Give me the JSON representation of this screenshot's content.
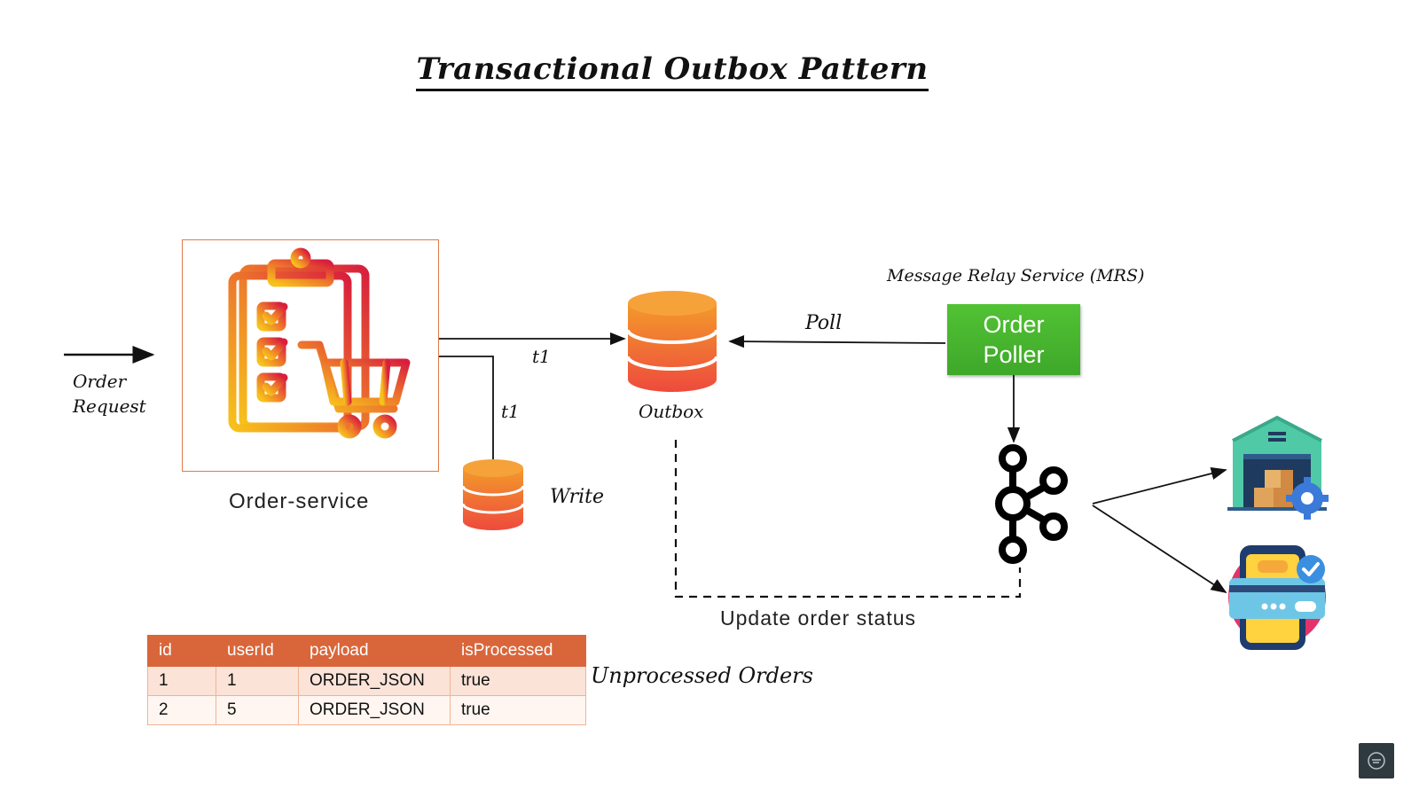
{
  "title": "Transactional Outbox Pattern",
  "labels": {
    "order_request": "Order\nRequest",
    "order_service": "Order-service",
    "t1_top": "t1",
    "t1_side": "t1",
    "write": "Write",
    "outbox": "Outbox",
    "poll": "Poll",
    "mrs": "Message Relay Service (MRS)",
    "order_poller": "Order\nPoller",
    "update_status": "Update order status",
    "unprocessed": "Unprocessed Orders"
  },
  "table": {
    "headers": [
      "id",
      "userId",
      "payload",
      "isProcessed"
    ],
    "rows": [
      [
        "1",
        "1",
        "ORDER_JSON",
        "true"
      ],
      [
        "2",
        "5",
        "ORDER_JSON",
        "true"
      ]
    ]
  },
  "colors": {
    "accent_orange": "#e8693a",
    "poller_green": "#4cb52f",
    "kafka_black": "#000000"
  },
  "icons": [
    "order-checklist-cart-icon",
    "database-icon",
    "kafka-icon",
    "warehouse-icon",
    "mobile-payment-icon"
  ]
}
